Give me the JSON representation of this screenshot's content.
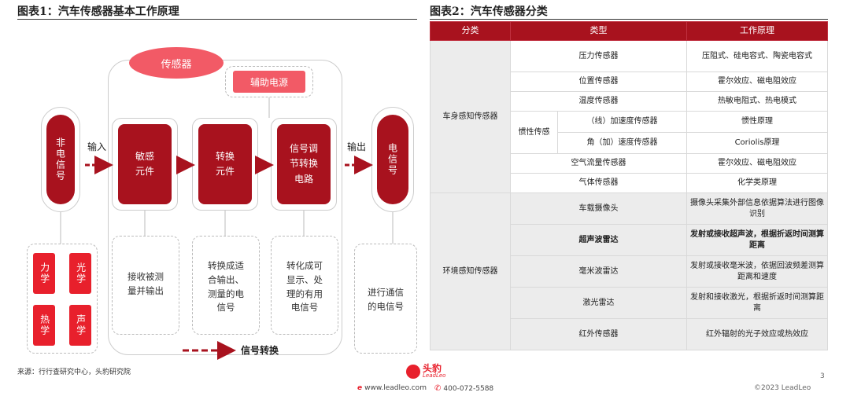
{
  "left": {
    "title": "图表1：汽车传感器基本工作原理",
    "sensor_label": "传感器",
    "aux_power": "辅助电源",
    "non_elec_signal": "非电信号",
    "input_label": "输入",
    "output_label": "输出",
    "elec_signal": "电信号",
    "sensing_element": "敏感\n元件",
    "conversion_element": "转换\n元件",
    "conditioning_circuit": "信号调\n节转换\n电路",
    "desc_sensing": "接收被测\n量并输出",
    "desc_conversion": "转换成适\n合输出、\n测量的电\n信号",
    "desc_conditioning": "转化成可\n显示、处\n理的有用\n电信号",
    "desc_output": "进行通信\n的电信号",
    "inputs": [
      "力学",
      "光学",
      "热学",
      "声学"
    ],
    "signal_conversion": "信号转换",
    "source": "来源：行行查研究中心，头豹研究院"
  },
  "right": {
    "title": "图表2：汽车传感器分类",
    "headers": [
      "分类",
      "类型",
      "工作原理"
    ],
    "group1": "车身感知传感器",
    "group2": "环境感知传感器",
    "inertial": "惯性传感",
    "rows": {
      "pressure": {
        "type": "压力传感器",
        "principle": "压阻式、硅电容式、陶瓷电容式"
      },
      "position": {
        "type": "位置传感器",
        "principle": "霍尔效应、磁电阻效应"
      },
      "temperature": {
        "type": "温度传感器",
        "principle": "热敏电阻式、热电模式"
      },
      "accel": {
        "type": "（线）加速度传感器",
        "principle": "惯性原理"
      },
      "angular": {
        "type": "角（加）速度传感器",
        "principle": "Coriolis原理"
      },
      "airflow": {
        "type": "空气流量传感器",
        "principle": "霍尔效应、磁电阻效应"
      },
      "gas": {
        "type": "气体传感器",
        "principle": "化学类原理"
      },
      "camera": {
        "type": "车载摄像头",
        "principle": "摄像头采集外部信息依据算法进行图像识别"
      },
      "ultrasonic": {
        "type": "超声波雷达",
        "principle": "发射或接收超声波，根据折返时间测算距离"
      },
      "mmwave": {
        "type": "毫米波雷达",
        "principle": "发射或接收毫米波，依据回波频差测算距离和速度"
      },
      "lidar": {
        "type": "激光雷达",
        "principle": "发射和接收激光，根据折返时间测算距离"
      },
      "infrared": {
        "type": "红外传感器",
        "principle": "红外辐射的光子效应或热效应"
      }
    }
  },
  "footer": {
    "brand": "头豹",
    "brand_sub": "LeadLeo",
    "website": "www.leadleo.com",
    "phone": "400-072-5588",
    "copyright": "©2023 LeadLeo",
    "page": "3"
  },
  "colors": {
    "accent": "#a8121e",
    "accent_light": "#f25a66"
  }
}
